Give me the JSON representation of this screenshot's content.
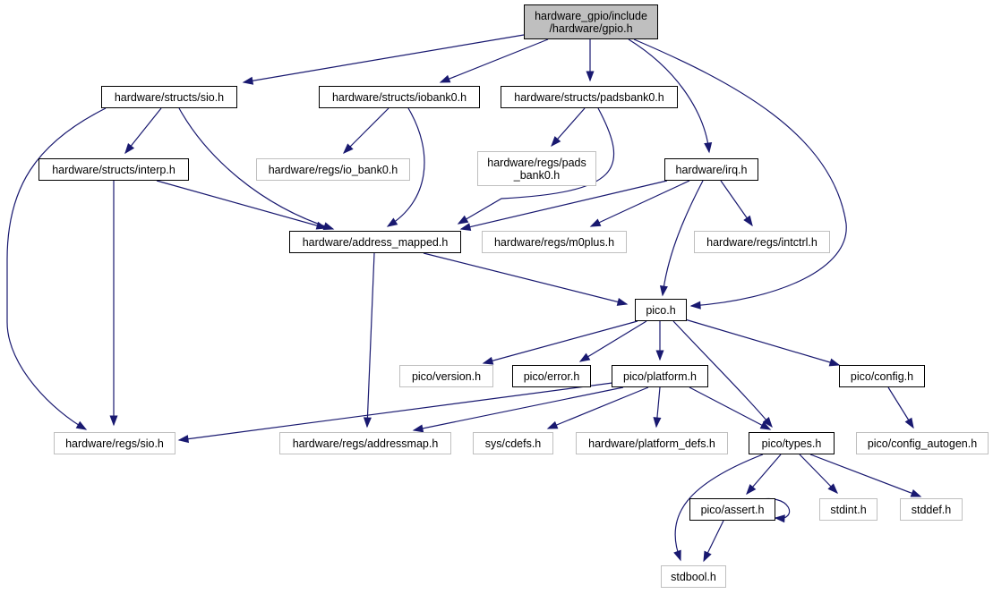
{
  "nodes": [
    {
      "id": "gpio",
      "label": "hardware_gpio/include\n/hardware/gpio.h",
      "style": "root"
    },
    {
      "id": "sio",
      "label": "hardware/structs/sio.h",
      "style": "normal"
    },
    {
      "id": "iobank0",
      "label": "hardware/structs/iobank0.h",
      "style": "normal"
    },
    {
      "id": "padsbank0",
      "label": "hardware/structs/padsbank0.h",
      "style": "normal"
    },
    {
      "id": "interp",
      "label": "hardware/structs/interp.h",
      "style": "normal"
    },
    {
      "id": "regs_io_bank0",
      "label": "hardware/regs/io_bank0.h",
      "style": "ghost"
    },
    {
      "id": "regs_pads_bank0",
      "label": "hardware/regs/pads\n_bank0.h",
      "style": "ghost"
    },
    {
      "id": "irq",
      "label": "hardware/irq.h",
      "style": "normal"
    },
    {
      "id": "address_mapped",
      "label": "hardware/address_mapped.h",
      "style": "normal"
    },
    {
      "id": "m0plus",
      "label": "hardware/regs/m0plus.h",
      "style": "ghost"
    },
    {
      "id": "intctrl",
      "label": "hardware/regs/intctrl.h",
      "style": "ghost"
    },
    {
      "id": "pico",
      "label": "pico.h",
      "style": "normal"
    },
    {
      "id": "version",
      "label": "pico/version.h",
      "style": "ghost"
    },
    {
      "id": "error",
      "label": "pico/error.h",
      "style": "normal"
    },
    {
      "id": "platform",
      "label": "pico/platform.h",
      "style": "normal"
    },
    {
      "id": "config",
      "label": "pico/config.h",
      "style": "normal"
    },
    {
      "id": "regs_sio",
      "label": "hardware/regs/sio.h",
      "style": "ghost"
    },
    {
      "id": "addressmap",
      "label": "hardware/regs/addressmap.h",
      "style": "ghost"
    },
    {
      "id": "cdefs",
      "label": "sys/cdefs.h",
      "style": "ghost"
    },
    {
      "id": "platform_defs",
      "label": "hardware/platform_defs.h",
      "style": "ghost"
    },
    {
      "id": "types",
      "label": "pico/types.h",
      "style": "normal"
    },
    {
      "id": "config_autogen",
      "label": "pico/config_autogen.h",
      "style": "ghost"
    },
    {
      "id": "assert",
      "label": "pico/assert.h",
      "style": "normal"
    },
    {
      "id": "stdint",
      "label": "stdint.h",
      "style": "ghost"
    },
    {
      "id": "stddef",
      "label": "stddef.h",
      "style": "ghost"
    },
    {
      "id": "stdbool",
      "label": "stdbool.h",
      "style": "ghost"
    }
  ],
  "edges": [
    [
      "gpio",
      "sio"
    ],
    [
      "gpio",
      "iobank0"
    ],
    [
      "gpio",
      "padsbank0"
    ],
    [
      "gpio",
      "irq"
    ],
    [
      "gpio",
      "pico"
    ],
    [
      "sio",
      "interp"
    ],
    [
      "sio",
      "address_mapped"
    ],
    [
      "sio",
      "regs_sio"
    ],
    [
      "iobank0",
      "regs_io_bank0"
    ],
    [
      "iobank0",
      "address_mapped"
    ],
    [
      "padsbank0",
      "regs_pads_bank0"
    ],
    [
      "padsbank0",
      "address_mapped"
    ],
    [
      "interp",
      "address_mapped"
    ],
    [
      "interp",
      "regs_sio"
    ],
    [
      "irq",
      "address_mapped"
    ],
    [
      "irq",
      "m0plus"
    ],
    [
      "irq",
      "intctrl"
    ],
    [
      "irq",
      "pico"
    ],
    [
      "address_mapped",
      "pico"
    ],
    [
      "address_mapped",
      "addressmap"
    ],
    [
      "pico",
      "version"
    ],
    [
      "pico",
      "error"
    ],
    [
      "pico",
      "platform"
    ],
    [
      "pico",
      "config"
    ],
    [
      "pico",
      "types"
    ],
    [
      "platform",
      "regs_sio"
    ],
    [
      "platform",
      "addressmap"
    ],
    [
      "platform",
      "cdefs"
    ],
    [
      "platform",
      "platform_defs"
    ],
    [
      "platform",
      "types"
    ],
    [
      "config",
      "config_autogen"
    ],
    [
      "types",
      "assert"
    ],
    [
      "types",
      "stdint"
    ],
    [
      "types",
      "stddef"
    ],
    [
      "types",
      "stdbool"
    ],
    [
      "assert",
      "stdbool"
    ],
    [
      "assert",
      "assert"
    ]
  ],
  "colors": {
    "edge": "#191970",
    "root_fill": "#bfbfbf",
    "ghost_border": "#bfbfbf",
    "normal_border": "#000000"
  }
}
